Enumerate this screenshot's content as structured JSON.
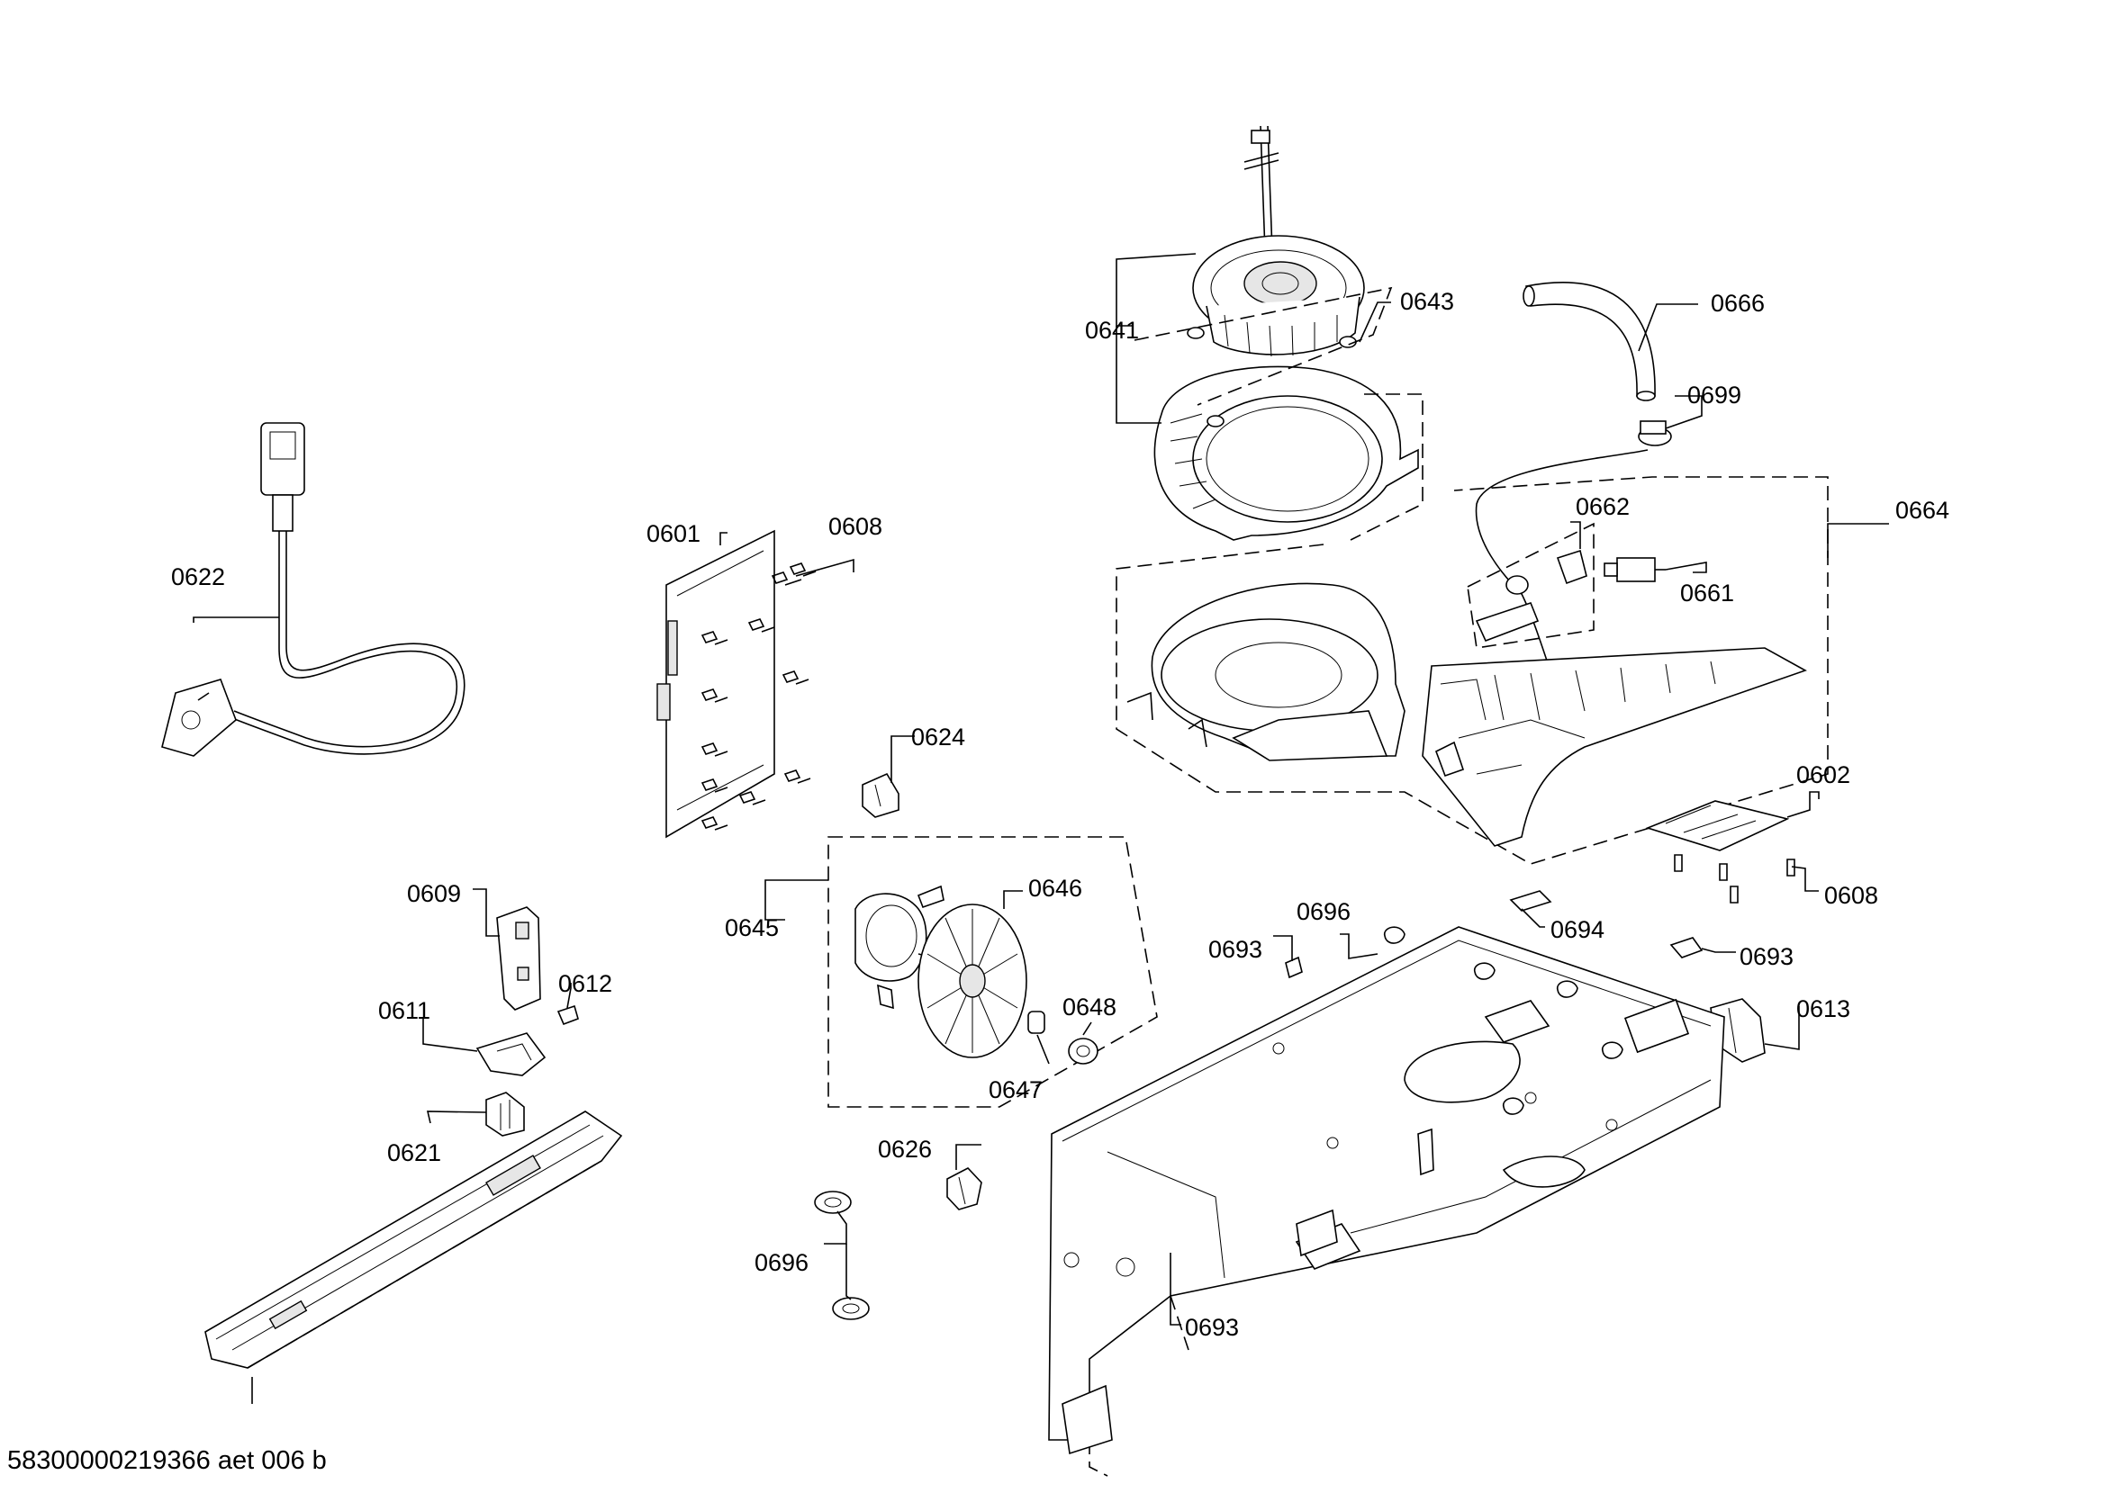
{
  "labels": {
    "l0601": "0601",
    "l0602": "0602",
    "l0608a": "0608",
    "l0608b": "0608",
    "l0609": "0609",
    "l0611": "0611",
    "l0612": "0612",
    "l0613": "0613",
    "l0621": "0621",
    "l0622": "0622",
    "l0624": "0624",
    "l0626": "0626",
    "l0641": "0641",
    "l0643": "0643",
    "l0645": "0645",
    "l0646": "0646",
    "l0647": "0647",
    "l0648": "0648",
    "l0661": "0661",
    "l0662": "0662",
    "l0664": "0664",
    "l0666": "0666",
    "l0693a": "0693",
    "l0693b": "0693",
    "l0693c": "0693",
    "l0694": "0694",
    "l0696a": "0696",
    "l0696b": "0696",
    "l0699": "0699"
  },
  "footer": {
    "document_id": "58300000219366 aet 006 b"
  }
}
